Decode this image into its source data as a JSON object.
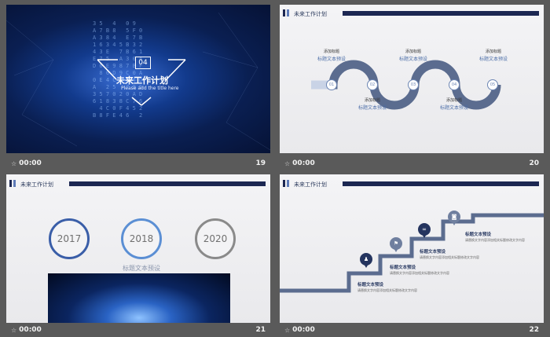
{
  "slides": [
    {
      "number": "19",
      "time": "00:00",
      "badge": "04",
      "title": "未来工作计划",
      "subtitle": "Please add the title here"
    },
    {
      "number": "20",
      "time": "00:00",
      "header": "未来工作计划",
      "nodes": [
        {
          "id": "01",
          "top_label": "添加标题",
          "main_label": "标题文本预设"
        },
        {
          "id": "02",
          "top_label": "添加标题",
          "main_label": "标题文本预设"
        },
        {
          "id": "03",
          "top_label": "添加标题",
          "main_label": "标题文本预设"
        },
        {
          "id": "04",
          "top_label": "添加标题",
          "main_label": "标题文本预设"
        },
        {
          "id": "05",
          "top_label": "添加标题",
          "main_label": "标题文本预设"
        }
      ]
    },
    {
      "number": "21",
      "time": "00:00",
      "header": "未来工作计划",
      "years": [
        "2017",
        "2018",
        "2020"
      ],
      "caption": "标题文本预设"
    },
    {
      "number": "22",
      "time": "00:00",
      "header": "未来工作计划",
      "steps": [
        {
          "title": "标题文本预设",
          "desc": "请替换文字内容添加相关标题修改文字内容"
        },
        {
          "title": "标题文本预设",
          "desc": "请替换文字内容添加相关标题修改文字内容"
        },
        {
          "title": "标题文本预设",
          "desc": "请替换文字内容添加相关标题修改文字内容"
        },
        {
          "title": "标题文本预设",
          "desc": "请替换文字内容添加相关标题修改文字内容"
        }
      ],
      "icons": [
        "person-icon",
        "flag-icon",
        "link-icon",
        "camera-icon"
      ]
    }
  ],
  "colors": {
    "background": "#5a5a5a",
    "navy": "#1c2752",
    "accent_blue": "#4c6ea8",
    "ring_2017": "#3a5ea8",
    "ring_2018": "#5b8fd4",
    "ring_2020": "#8a8a8a"
  }
}
